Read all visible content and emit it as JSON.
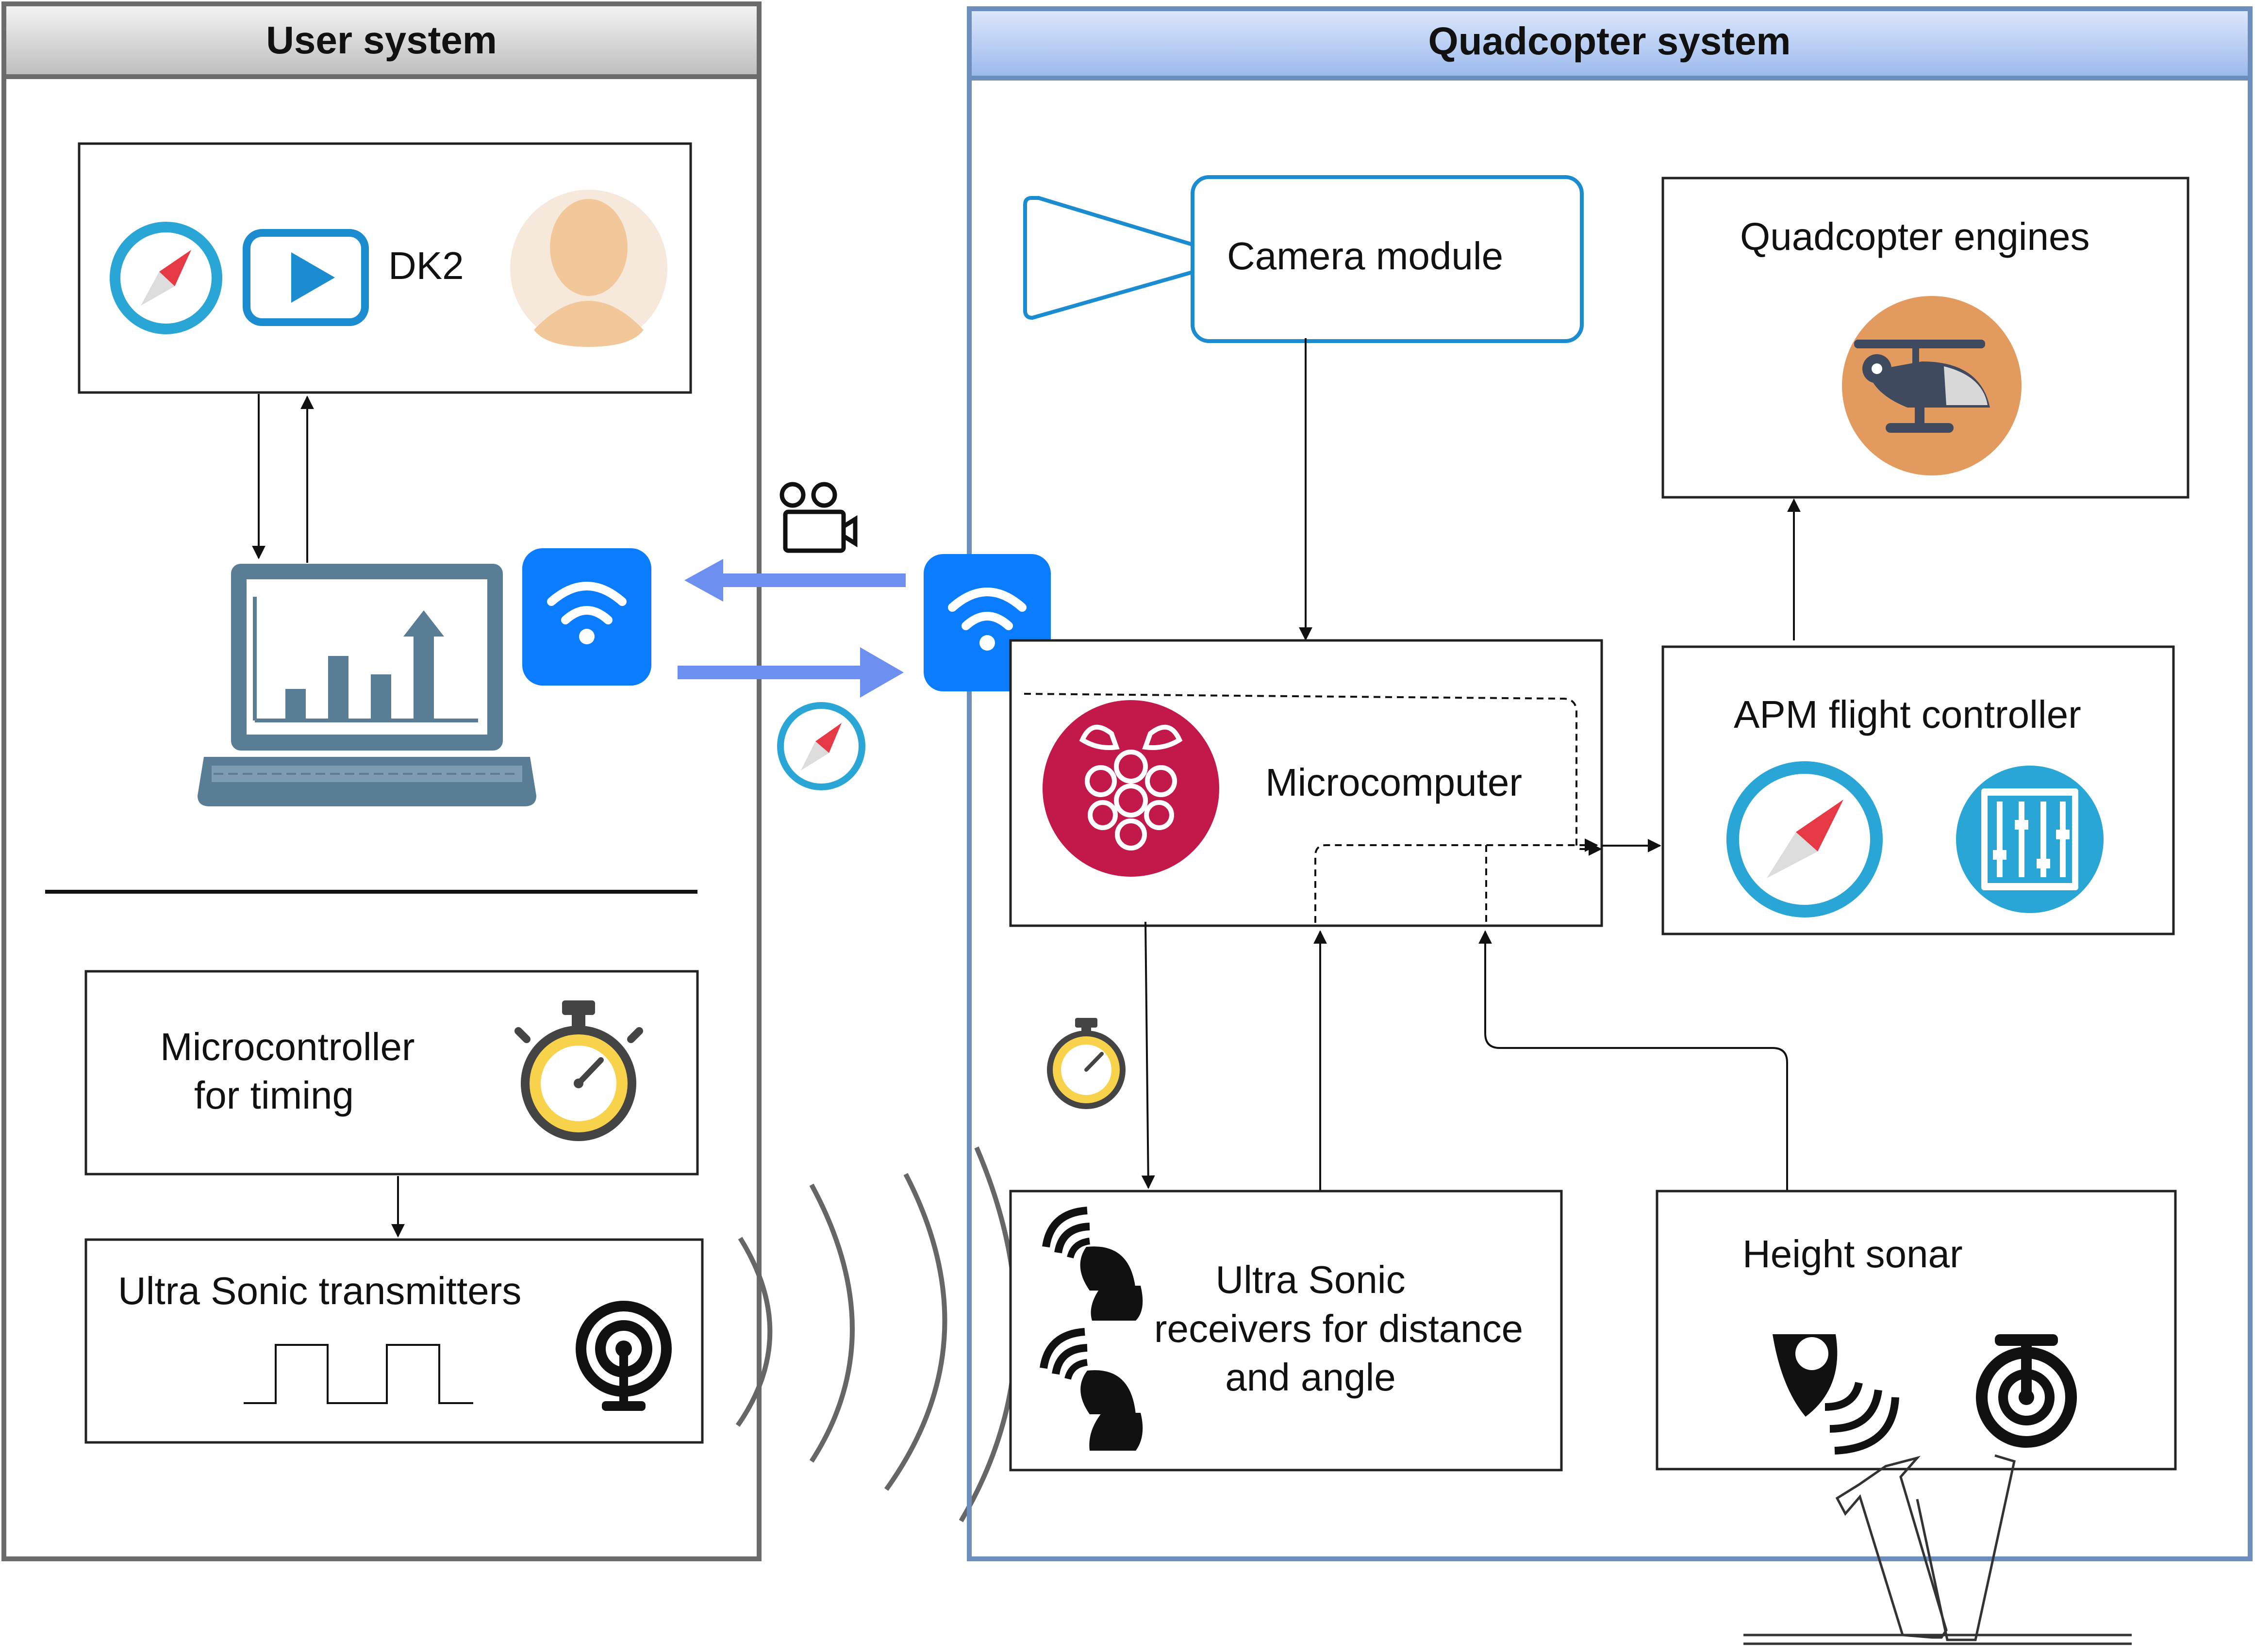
{
  "user_system": {
    "title": "User system",
    "dk2_label": "DK2",
    "microcontroller_label_line1": "Microcontroller",
    "microcontroller_label_line2": "for timing",
    "transmitters_label": "Ultra Sonic transmitters"
  },
  "quadcopter_system": {
    "title": "Quadcopter system",
    "camera_label": "Camera module",
    "engines_label": "Quadcopter engines",
    "microcomputer_label": "Microcomputer",
    "apm_label": "APM flight controller",
    "receivers_label_line1": "Ultra Sonic",
    "receivers_label_line2": "receivers for distance",
    "receivers_label_line3": "and angle",
    "height_sonar_label": "Height sonar"
  },
  "colors": {
    "user_frame": "#6b6b6b",
    "quad_frame": "#6c8ebf",
    "wifi_tile": "#0a7cff",
    "link_arrow": "#6d8ff0",
    "compass": "#2aa6d6",
    "raspberry": "#c2184a",
    "engines_circle": "#e29a5f",
    "laptop": "#5a7d96",
    "stopwatch_face": "#f7d24a"
  }
}
